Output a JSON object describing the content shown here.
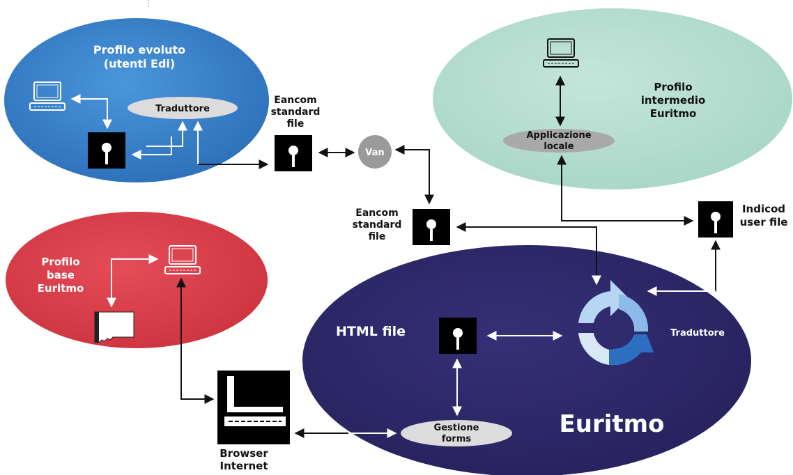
{
  "diagram": {
    "zones": {
      "evoluto": {
        "label_line1": "Profilo evoluto",
        "label_line2": "(utenti Edi)",
        "color": "#3b82c9"
      },
      "intermedio": {
        "label_line1": "Profilo",
        "label_line2": "intermedio",
        "label_line3": "Euritmo",
        "color": "#b5ddd0"
      },
      "base": {
        "label_line1": "Profilo",
        "label_line2": "base",
        "label_line3": "Euritmo",
        "color": "#dc3f4b"
      },
      "euritmo": {
        "label": "Euritmo",
        "color": "#2f2a6b"
      }
    },
    "nodes": {
      "traduttore_evoluto": "Traduttore",
      "eancom_file_top": {
        "line1": "Eancom",
        "line2": "standard",
        "line3": "file"
      },
      "van": "Van",
      "applicazione_locale": {
        "line1": "Applicazione",
        "line2": "locale"
      },
      "eancom_file_mid": {
        "line1": "Eancom",
        "line2": "standard",
        "line3": "file"
      },
      "indicod_user_file": {
        "line1": "Indicod",
        "line2": "user file"
      },
      "html_file": "HTML file",
      "traduttore_euritmo": "Traduttore",
      "gestione_forms": {
        "line1": "Gestione",
        "line2": "forms"
      },
      "browser_internet": {
        "line1": "Browser",
        "line2": "Internet"
      }
    },
    "icons": [
      "computer-icon",
      "floppy-disk-icon",
      "document-icon",
      "cycle-arrows-icon",
      "terminal-icon"
    ]
  }
}
